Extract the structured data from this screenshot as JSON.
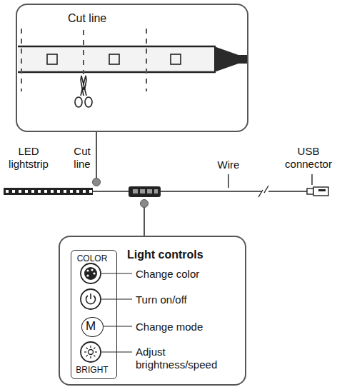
{
  "diagram": {
    "nodes": [
      {
        "text": [
          "Cut line"
        ]
      },
      {
        "text": [
          "Light controls",
          "Change color",
          "Turn on/off",
          "Change mode",
          "Adjust brightness/speed"
        ]
      },
      {
        "text": [
          "COLOR",
          "BRIGHT"
        ],
        "in": 1
      },
      {
        "text": [
          "M"
        ],
        "in": 2
      }
    ],
    "labels": [
      "LED lightstrip",
      "Cut line",
      "Wire",
      "USB connector"
    ]
  }
}
